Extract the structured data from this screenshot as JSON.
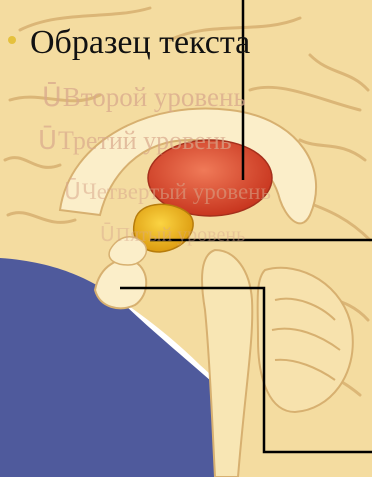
{
  "slide": {
    "bullet_color": "#e5c13d",
    "levels": [
      {
        "text": "Образец текста",
        "marker": ""
      },
      {
        "text": "Второй уровень",
        "marker": "Ū"
      },
      {
        "text": "Третий уровень",
        "marker": "Ū"
      },
      {
        "text": "Четвертый уровень",
        "marker": "Ū"
      },
      {
        "text": "Пятый уровень",
        "marker": "Ū"
      }
    ]
  },
  "illustration": {
    "subject": "brain-sagittal-section",
    "colors": {
      "cortex": "#f4dca0",
      "cortex_outline": "#d7b070",
      "background_dark": "#4f5a9c",
      "red_structure": "#e0533a",
      "yellow_structure": "#f0b81c",
      "leader_lines": "#000000"
    }
  }
}
